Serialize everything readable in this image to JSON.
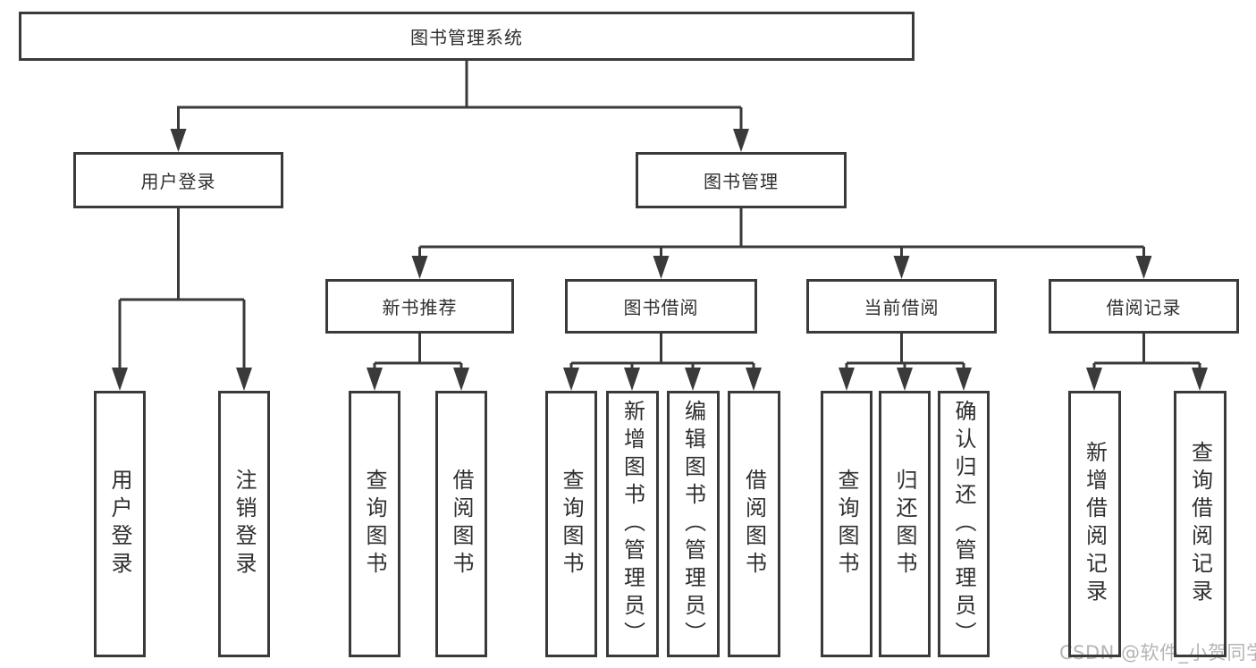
{
  "diagram": {
    "type": "hierarchy-tree",
    "colors": {
      "line": "#3a3a3a",
      "text": "#2f2f2f",
      "background": "#ffffff",
      "watermark": "#b5b5b5"
    },
    "root": {
      "label": "图书管理系统"
    },
    "level2": [
      {
        "label": "用户登录"
      },
      {
        "label": "图书管理"
      }
    ],
    "level3": [
      {
        "label": "新书推荐"
      },
      {
        "label": "图书借阅"
      },
      {
        "label": "当前借阅"
      },
      {
        "label": "借阅记录"
      }
    ],
    "leaves": [
      {
        "label": "用户登录"
      },
      {
        "label": "注销登录"
      },
      {
        "label": "查询图书"
      },
      {
        "label": "借阅图书"
      },
      {
        "label": "查询图书"
      },
      {
        "label": "新增图书（管理员）"
      },
      {
        "label": "编辑图书（管理员）"
      },
      {
        "label": "借阅图书"
      },
      {
        "label": "查询图书"
      },
      {
        "label": "归还图书"
      },
      {
        "label": "确认归还（管理员）"
      },
      {
        "label": "新增借阅记录"
      },
      {
        "label": "查询借阅记录"
      }
    ],
    "edges": [
      {
        "from": "图书管理系统",
        "to": [
          "用户登录",
          "图书管理"
        ]
      },
      {
        "from": "用户登录",
        "to": [
          "用户登录",
          "注销登录"
        ]
      },
      {
        "from": "图书管理",
        "to": [
          "新书推荐",
          "图书借阅",
          "当前借阅",
          "借阅记录"
        ]
      },
      {
        "from": "新书推荐",
        "to": [
          "查询图书",
          "借阅图书"
        ]
      },
      {
        "from": "图书借阅",
        "to": [
          "查询图书",
          "新增图书（管理员）",
          "编辑图书（管理员）",
          "借阅图书"
        ]
      },
      {
        "from": "当前借阅",
        "to": [
          "查询图书",
          "归还图书",
          "确认归还（管理员）"
        ]
      },
      {
        "from": "借阅记录",
        "to": [
          "新增借阅记录",
          "查询借阅记录"
        ]
      }
    ]
  },
  "watermark": {
    "text": "CSDN @软件_小贺同学"
  }
}
